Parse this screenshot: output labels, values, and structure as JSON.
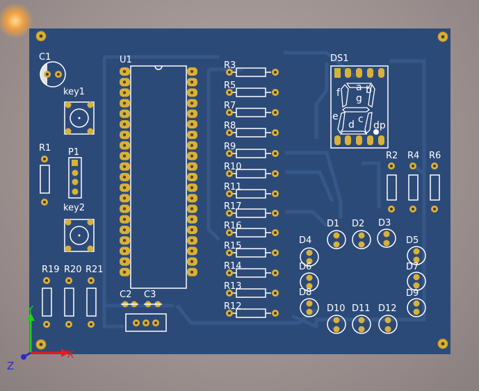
{
  "colors": {
    "background": "#a2968f",
    "board": "#2c4a78",
    "trace": "#365888",
    "silkscreen": "#ffffff",
    "pad_gold": "#d9b13a",
    "axis_x": "#e81b1b",
    "axis_y": "#1fcf1f",
    "axis_z": "#2a2acb",
    "light_source": "#f0a040"
  },
  "designators": {
    "c1": "C1",
    "u1": "U1",
    "ds1": "DS1",
    "key1": "key1",
    "key2": "key2",
    "r1": "R1",
    "p1": "P1",
    "r19": "R19",
    "r20": "R20",
    "r21": "R21",
    "c2": "C2",
    "c3": "C3",
    "r2": "R2",
    "r4": "R4",
    "r6": "R6",
    "r3": "R3",
    "r5": "R5",
    "r7": "R7",
    "r8": "R8",
    "r9": "R9",
    "r10": "R10",
    "r11": "R11",
    "r17": "R17",
    "r16": "R16",
    "r15": "R15",
    "r14": "R14",
    "r13": "R13",
    "r12": "R12",
    "d1": "D1",
    "d2": "D2",
    "d3": "D3",
    "d4": "D4",
    "d5": "D5",
    "d6": "D6",
    "d7": "D7",
    "d8": "D8",
    "d9": "D9",
    "d10": "D10",
    "d11": "D11",
    "d12": "D12"
  },
  "segments": {
    "a": "a",
    "b": "b",
    "c": "c",
    "d": "d",
    "e": "e",
    "f": "f",
    "g": "g",
    "dp": "dp"
  },
  "axes": {
    "x": "X",
    "y": "Y",
    "z": "Z"
  }
}
